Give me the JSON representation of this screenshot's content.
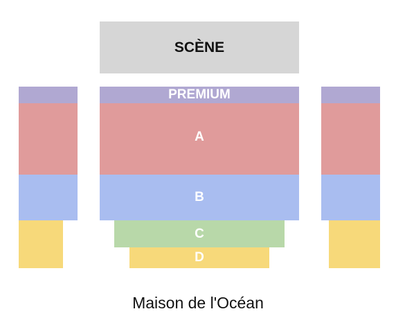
{
  "stage": {
    "label": "SCÈNE",
    "color": "#d6d6d6"
  },
  "zones": {
    "premium": {
      "label": "PREMIUM",
      "color": "#b0a8d2"
    },
    "a": {
      "label": "A",
      "color": "#e09b9b"
    },
    "b": {
      "label": "B",
      "color": "#a9bdf0"
    },
    "c": {
      "label": "C",
      "color": "#b8d8a9"
    },
    "d": {
      "label": "D",
      "color": "#f7d97a"
    }
  },
  "venue": {
    "name": "Maison de l'Océan"
  }
}
